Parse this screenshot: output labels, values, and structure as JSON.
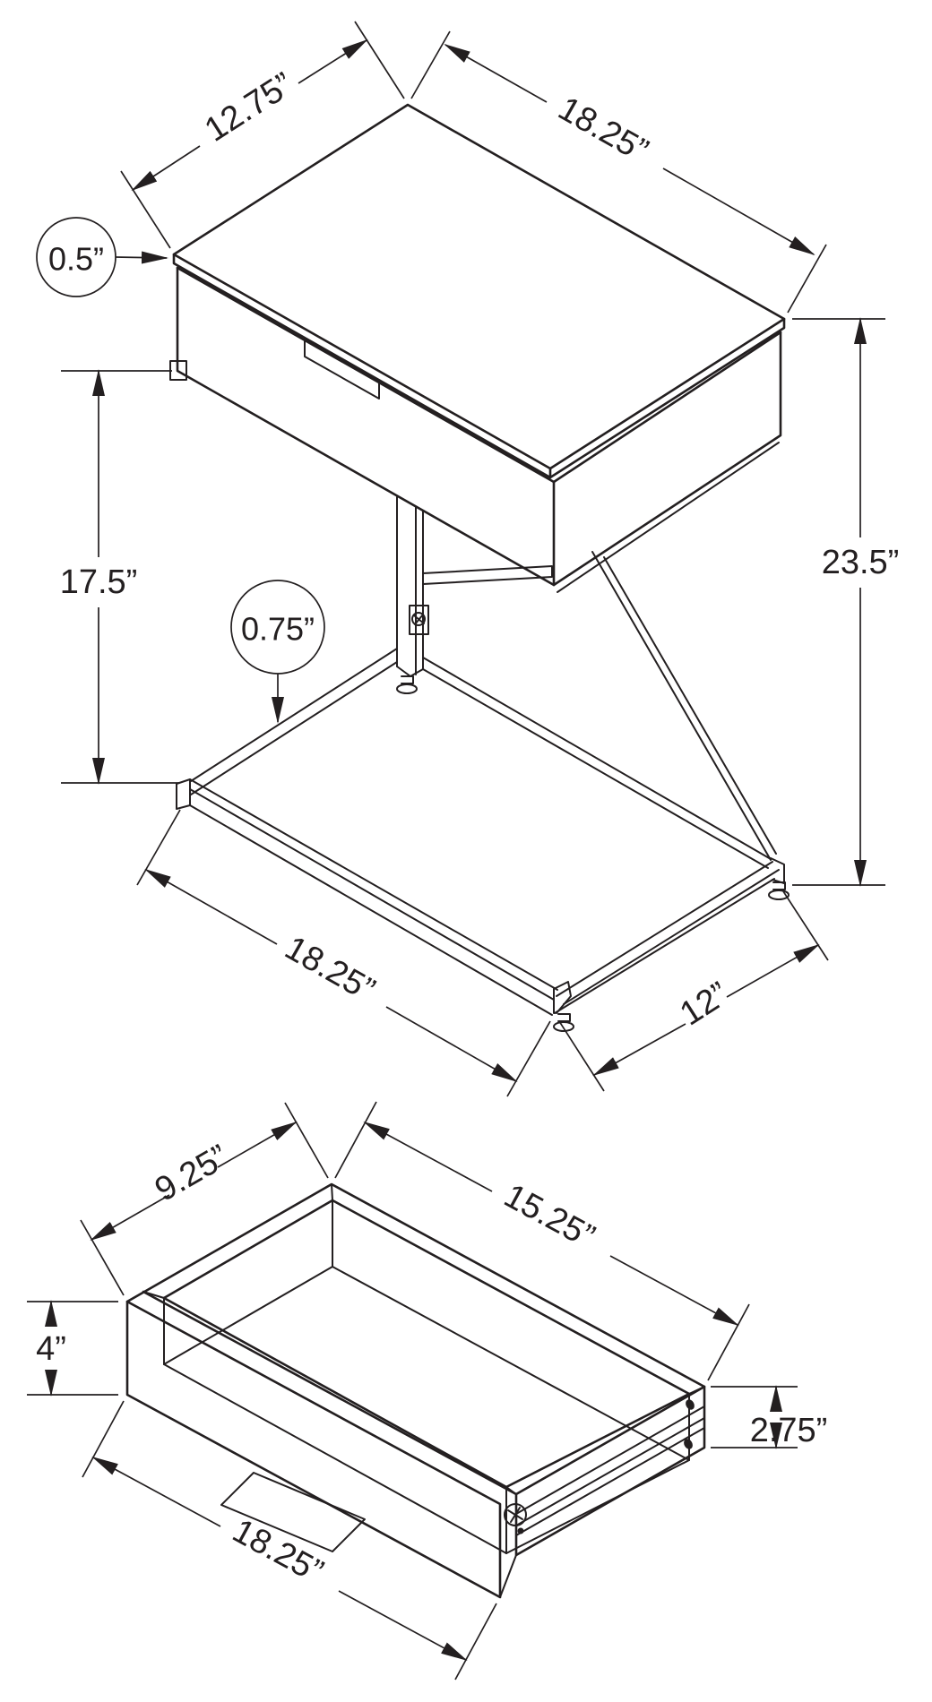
{
  "diagram": {
    "background": "#ffffff",
    "line_color": "#231f20",
    "table": {
      "top_depth": "12.75”",
      "top_width": "18.25”",
      "top_thickness": "0.5”",
      "body_to_floor": "17.5”",
      "tube_thickness": "0.75”",
      "total_height": "23.5”",
      "base_width": "18.25”",
      "base_depth": "12”"
    },
    "drawer": {
      "inner_depth": "9.25”",
      "inner_width": "15.25”",
      "front_height": "4”",
      "rail_height": "2.75”",
      "front_width": "18.25”"
    }
  }
}
